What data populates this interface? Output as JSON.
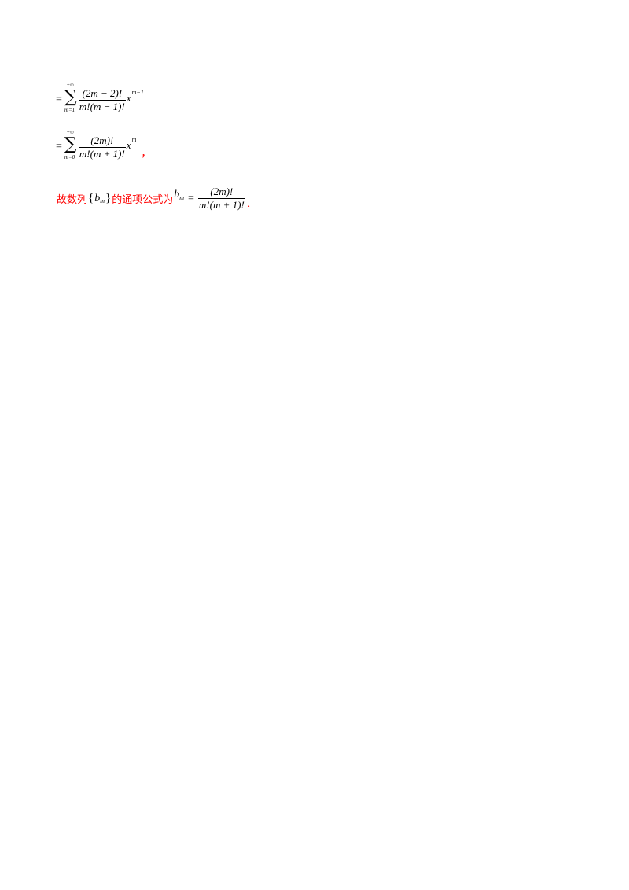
{
  "formula_lines": [
    {
      "eq": "=",
      "sum_upper": "+∞",
      "sum_lower": "m=1",
      "numerator": "(2m − 2)!",
      "denominator": "m!(m − 1)!",
      "base": "x",
      "exponent": "m−1"
    },
    {
      "eq": "=",
      "sum_upper": "+∞",
      "sum_lower": "m=0",
      "numerator": "(2m)!",
      "denominator": "m!(m + 1)!",
      "base": "x",
      "exponent": "m",
      "trailing": "，"
    }
  ],
  "conclusion": {
    "prefix": "故数列",
    "brace_open": "{",
    "seq_var": "b",
    "seq_sub": "m",
    "brace_close": "}",
    "middle": "的通项公式为",
    "lhs_var": "b",
    "lhs_sub": "m",
    "eq": "=",
    "numerator": "(2m)!",
    "denominator": "m!(m + 1)!",
    "period": "."
  },
  "colors": {
    "text": "#000000",
    "highlight": "#ff0000"
  }
}
